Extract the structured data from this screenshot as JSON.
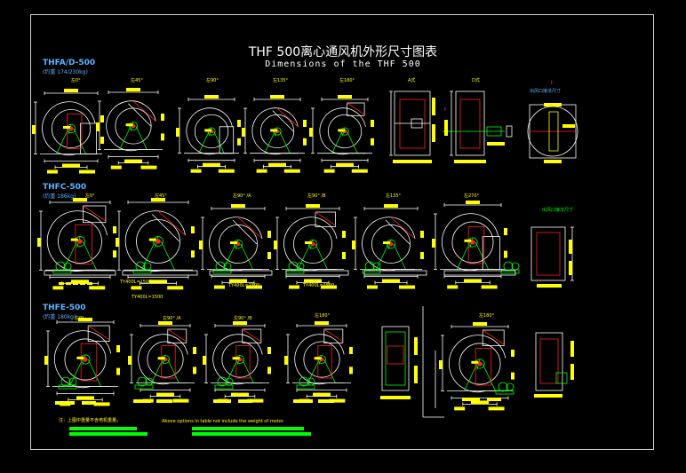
{
  "header": {
    "title": "THF 500离心通风机外形尺寸图表",
    "subtitle": "Dimensions of the THF 500"
  },
  "sections": [
    {
      "name": "THFA/D-500",
      "weight": "(约重 174/230kg)"
    },
    {
      "name": "THFC-500",
      "weight": "(约重 186kg)"
    },
    {
      "name": "THFE-500",
      "weight": "(约重 180kg)"
    }
  ],
  "row1_labels": [
    "左0°",
    "左45°",
    "左90°",
    "左135°",
    "左180°",
    "A式",
    "D式",
    "出风口接法尺寸"
  ],
  "row1_marks": [
    "I",
    "I"
  ],
  "row2_labels": [
    "左0°",
    "左45°",
    "左90° /A",
    "左90° /B",
    "左135°",
    "左270°",
    "出风口接法尺寸"
  ],
  "row2_sublabels": [
    "TY400L=1500",
    "TY400L=1500",
    "TY400L=1500",
    "TY400L=1500"
  ],
  "row3_labels": [
    "左0°",
    "左90° /A",
    "左90° /B",
    "左180°",
    "左180°"
  ],
  "notes": {
    "cn": "注：上图中重量不含电机重量。",
    "en": "Above options in table not include the weight of motor."
  },
  "colors": {
    "line": "#ffffff",
    "dim": "#ffff00",
    "machine": "#00ff00",
    "motor_red": "#ff2020",
    "section_text": "#5ab4ff",
    "mark": "#ff44ff"
  }
}
